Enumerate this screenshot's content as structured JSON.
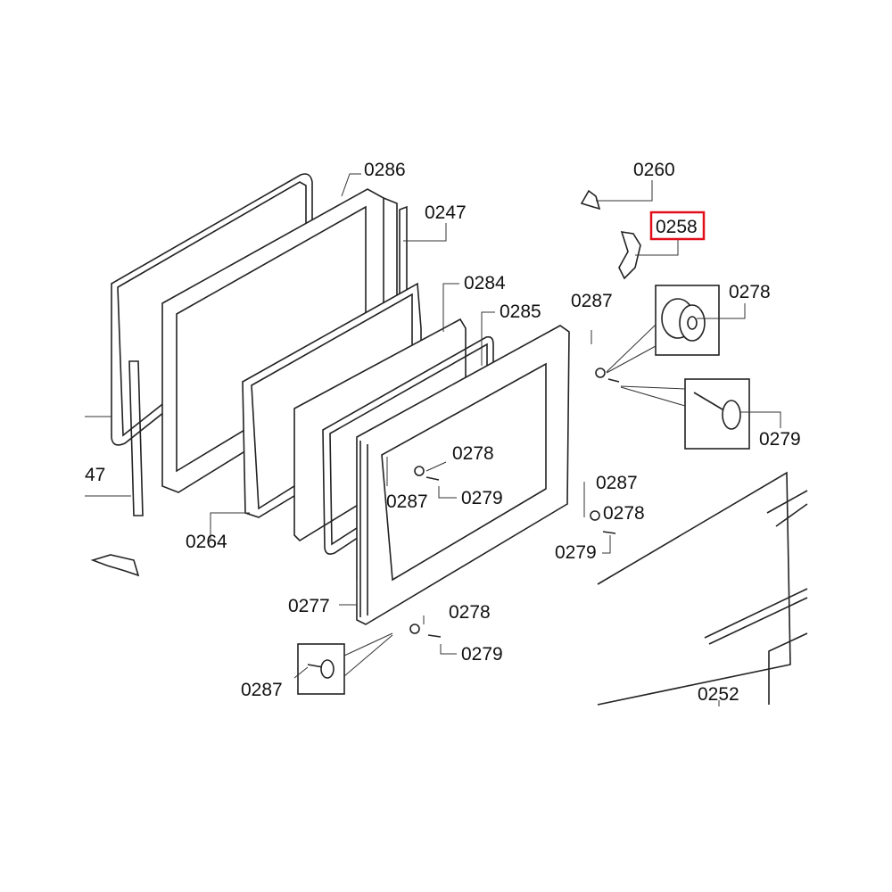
{
  "title": "Oven door exploded parts diagram",
  "highlight_color": "#e0101a",
  "highlighted_part": "0258",
  "labels": [
    "0286",
    "0247",
    "0260",
    "0258",
    "0284",
    "0285",
    "0287",
    "0278",
    "0279",
    "0278",
    "0287",
    "0279",
    "0287",
    "0278",
    "0279",
    "0264",
    "0277",
    "0278",
    "0279",
    "0287",
    "0252",
    "47"
  ]
}
